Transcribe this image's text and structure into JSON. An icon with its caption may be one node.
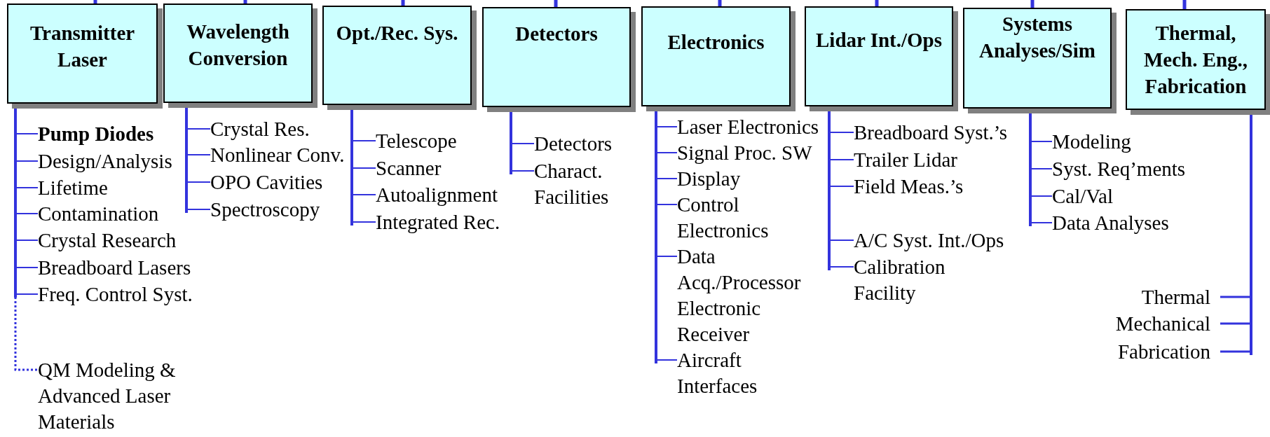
{
  "diagram": {
    "nodes": [
      {
        "text": [
          "Transmitter Laser"
        ]
      },
      {
        "text": [
          "Wavelength Conversion"
        ]
      },
      {
        "text": [
          "Opt./Rec. Sys."
        ]
      },
      {
        "text": [
          "Detectors"
        ]
      },
      {
        "text": [
          "Electronics"
        ]
      },
      {
        "text": [
          "Lidar Int./Ops"
        ]
      },
      {
        "text": [
          "Systems Analyses/Sim"
        ]
      },
      {
        "text": [
          "Thermal, Mech. Eng., Fabrication"
        ]
      },
      {
        "text": [
          "Pump Diodes"
        ]
      },
      {
        "text": [
          "Design/Analysis"
        ]
      },
      {
        "text": [
          "Lifetime"
        ]
      },
      {
        "text": [
          "Contamination"
        ]
      },
      {
        "text": [
          "Crystal Research"
        ]
      },
      {
        "text": [
          "Breadboard Lasers"
        ]
      },
      {
        "text": [
          "Freq. Control Syst."
        ]
      },
      {
        "text": [
          "QM Modeling & Advanced Laser Materials"
        ]
      },
      {
        "text": [
          "Crystal Res."
        ]
      },
      {
        "text": [
          "Nonlinear Conv."
        ]
      },
      {
        "text": [
          "OPO Cavities"
        ]
      },
      {
        "text": [
          "Spectroscopy"
        ]
      },
      {
        "text": [
          "Telescope"
        ]
      },
      {
        "text": [
          "Scanner"
        ]
      },
      {
        "text": [
          "Autoalignment"
        ]
      },
      {
        "text": [
          "Integrated Rec."
        ]
      },
      {
        "text": [
          "Detectors"
        ]
      },
      {
        "text": [
          "Charact. Facilities"
        ]
      },
      {
        "text": [
          "Laser Electronics"
        ]
      },
      {
        "text": [
          "Signal Proc. SW"
        ]
      },
      {
        "text": [
          "Display"
        ]
      },
      {
        "text": [
          "Control Electronics"
        ]
      },
      {
        "text": [
          "Data Acq./Processor Electronic Receiver"
        ]
      },
      {
        "text": [
          "Aircraft Interfaces"
        ]
      },
      {
        "text": [
          "Breadboard Syst.’s"
        ]
      },
      {
        "text": [
          "Trailer Lidar"
        ]
      },
      {
        "text": [
          "Field Meas.’s"
        ]
      },
      {
        "text": [
          "A/C Syst. Int./Ops"
        ]
      },
      {
        "text": [
          "Calibration Facility"
        ]
      },
      {
        "text": [
          "Modeling"
        ]
      },
      {
        "text": [
          "Syst. Req’ments"
        ]
      },
      {
        "text": [
          "Cal/Val"
        ]
      },
      {
        "text": [
          "Data Analyses"
        ]
      },
      {
        "text": [
          "Thermal"
        ]
      },
      {
        "text": [
          "Mechanical"
        ]
      },
      {
        "text": [
          "Fabrication"
        ]
      }
    ],
    "edges": [
      {
        "from": null,
        "to": 0,
        "arrow": "none"
      },
      {
        "from": null,
        "to": 1,
        "arrow": "none"
      },
      {
        "from": null,
        "to": 2,
        "arrow": "none"
      },
      {
        "from": null,
        "to": 3,
        "arrow": "none"
      },
      {
        "from": null,
        "to": 4,
        "arrow": "none"
      },
      {
        "from": null,
        "to": 5,
        "arrow": "none"
      },
      {
        "from": null,
        "to": 6,
        "arrow": "none"
      },
      {
        "from": null,
        "to": 7,
        "arrow": "none"
      },
      {
        "from": 0,
        "to": 8,
        "arrow": "none"
      },
      {
        "from": 0,
        "to": 9,
        "arrow": "none"
      },
      {
        "from": 0,
        "to": 10,
        "arrow": "none"
      },
      {
        "from": 0,
        "to": 11,
        "arrow": "none"
      },
      {
        "from": 0,
        "to": 12,
        "arrow": "none"
      },
      {
        "from": 0,
        "to": 13,
        "arrow": "none"
      },
      {
        "from": 0,
        "to": 14,
        "arrow": "none"
      },
      {
        "from": 0,
        "to": 15,
        "arrow": "none",
        "style": "dashed"
      },
      {
        "from": 1,
        "to": 16,
        "arrow": "none"
      },
      {
        "from": 1,
        "to": 17,
        "arrow": "none"
      },
      {
        "from": 1,
        "to": 18,
        "arrow": "none"
      },
      {
        "from": 1,
        "to": 19,
        "arrow": "none"
      },
      {
        "from": 2,
        "to": 20,
        "arrow": "none"
      },
      {
        "from": 2,
        "to": 21,
        "arrow": "none"
      },
      {
        "from": 2,
        "to": 22,
        "arrow": "none"
      },
      {
        "from": 2,
        "to": 23,
        "arrow": "none"
      },
      {
        "from": 3,
        "to": 24,
        "arrow": "none"
      },
      {
        "from": 3,
        "to": 25,
        "arrow": "none"
      },
      {
        "from": 4,
        "to": 26,
        "arrow": "none"
      },
      {
        "from": 4,
        "to": 27,
        "arrow": "none"
      },
      {
        "from": 4,
        "to": 28,
        "arrow": "none"
      },
      {
        "from": 4,
        "to": 29,
        "arrow": "none"
      },
      {
        "from": 4,
        "to": 30,
        "arrow": "none"
      },
      {
        "from": 4,
        "to": 31,
        "arrow": "none"
      },
      {
        "from": 5,
        "to": 32,
        "arrow": "none"
      },
      {
        "from": 5,
        "to": 33,
        "arrow": "none"
      },
      {
        "from": 5,
        "to": 34,
        "arrow": "none"
      },
      {
        "from": 5,
        "to": 35,
        "arrow": "none"
      },
      {
        "from": 5,
        "to": 36,
        "arrow": "none"
      },
      {
        "from": 6,
        "to": 37,
        "arrow": "none"
      },
      {
        "from": 6,
        "to": 38,
        "arrow": "none"
      },
      {
        "from": 6,
        "to": 39,
        "arrow": "none"
      },
      {
        "from": 6,
        "to": 40,
        "arrow": "none"
      },
      {
        "from": 7,
        "to": 41,
        "arrow": "none"
      },
      {
        "from": 7,
        "to": 42,
        "arrow": "none"
      },
      {
        "from": 7,
        "to": 43,
        "arrow": "none"
      }
    ]
  }
}
